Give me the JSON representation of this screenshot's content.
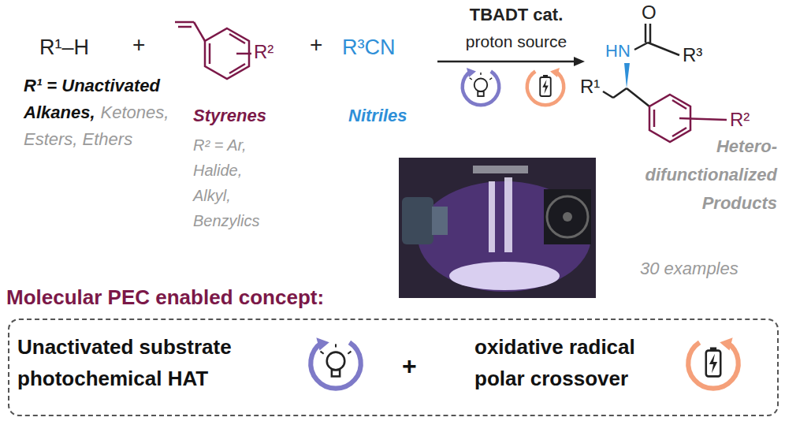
{
  "diagram": {
    "nodes": [
      {
        "text": [
          "Unactivated substrate photochemical HAT",
          "+",
          "oxidative radical polar crossover"
        ]
      }
    ],
    "labels": [
      "R¹–H",
      "+",
      "R²",
      "+",
      "R³CN",
      "TBADT cat.",
      "proton source",
      "O",
      "HN",
      "R³",
      "R¹",
      "R²",
      "R¹ = Unactivated Alkanes,",
      "Ketones, Esters, Ethers",
      "Styrenes",
      "R² = Ar, Halide, Alkyl, Benzylics",
      "Nitriles",
      "Hetero-difunctionalized Products",
      "30 examples",
      "Molecular PEC enabled concept:"
    ]
  }
}
